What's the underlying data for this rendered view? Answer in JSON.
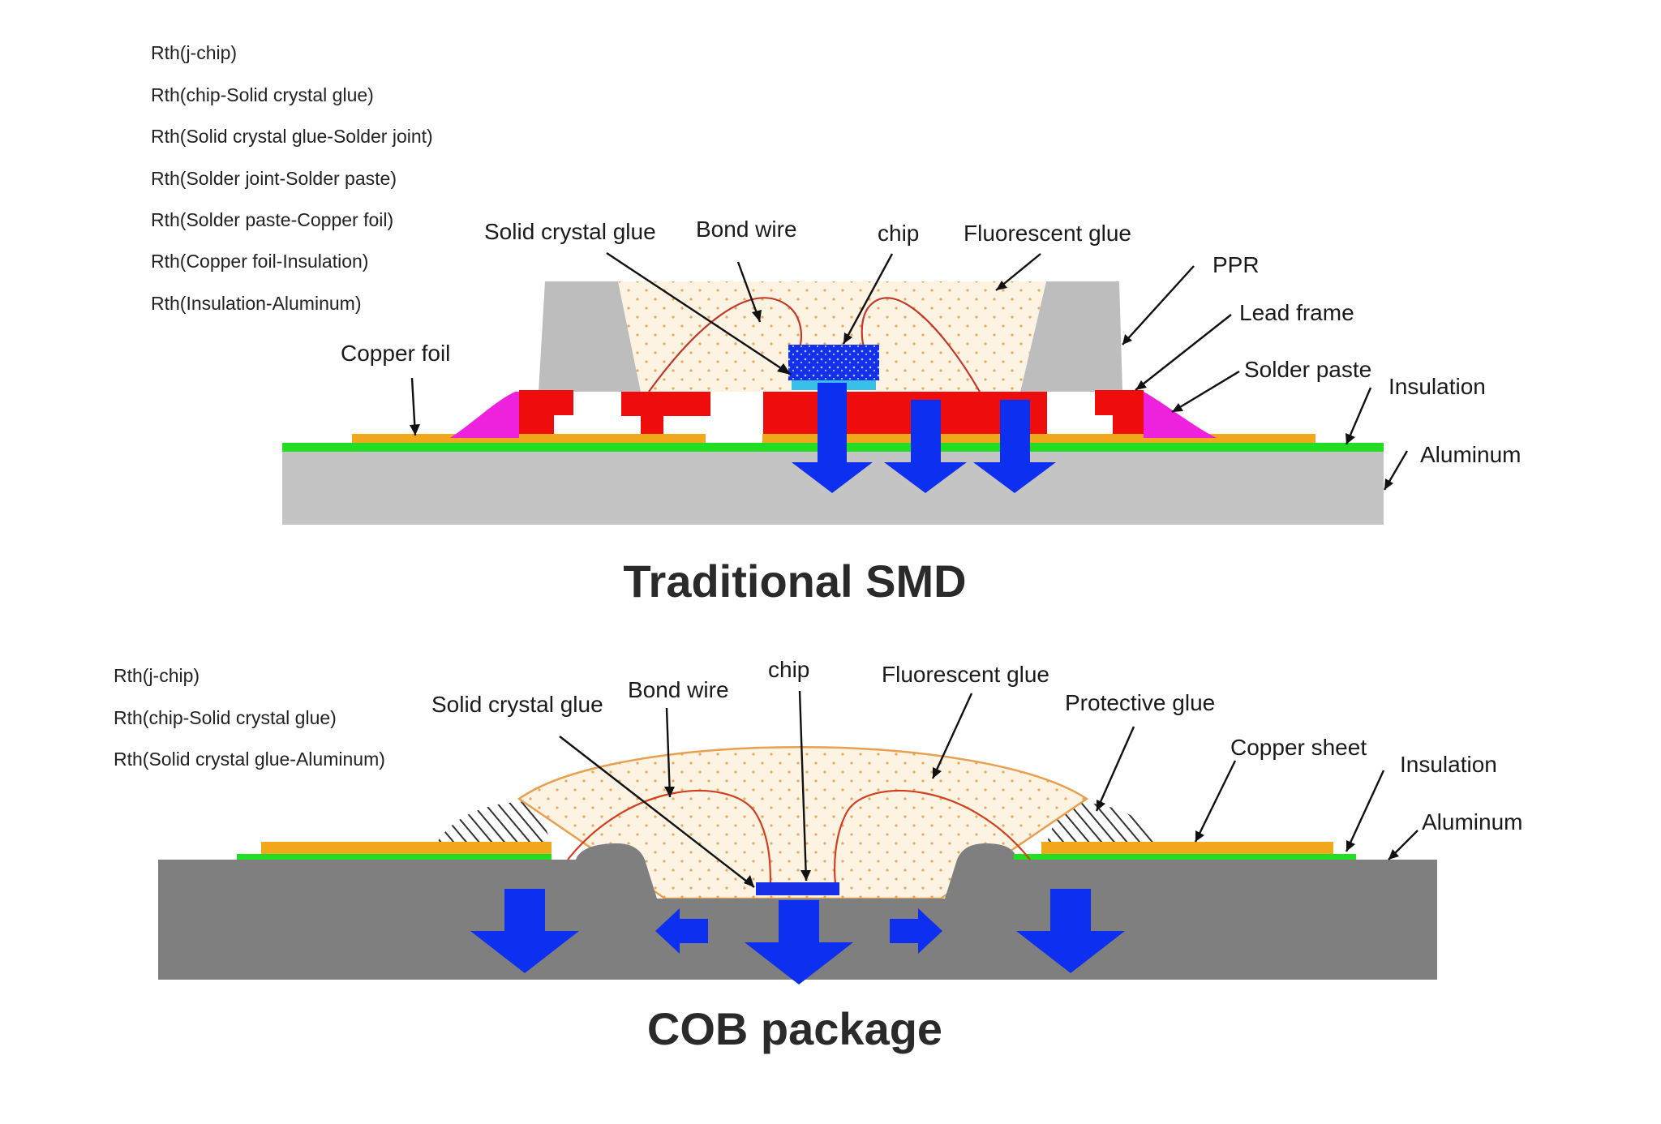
{
  "smd": {
    "rth_items": [
      "Rth(j-chip)",
      "Rth(chip-Solid crystal glue)",
      "Rth(Solid crystal glue-Solder joint)",
      "Rth(Solder joint-Solder paste)",
      "Rth(Solder paste-Copper foil)",
      "Rth(Copper foil-Insulation)",
      "Rth(Insulation-Aluminum)"
    ],
    "labels": {
      "solid_crystal_glue": "Solid crystal glue",
      "bond_wire": "Bond wire",
      "chip": "chip",
      "fluorescent_glue": "Fluorescent glue",
      "ppr": "PPR",
      "lead_frame": "Lead frame",
      "solder_paste": "Solder paste",
      "insulation": "Insulation",
      "aluminum": "Aluminum",
      "copper_foil": "Copper foil"
    },
    "title": "Traditional SMD"
  },
  "cob": {
    "rth_items": [
      "Rth(j-chip)",
      "Rth(chip-Solid crystal glue)",
      "Rth(Solid crystal glue-Aluminum)"
    ],
    "labels": {
      "solid_crystal_glue": "Solid crystal glue",
      "bond_wire": "Bond wire",
      "chip": "chip",
      "fluorescent_glue": "Fluorescent glue",
      "protective_glue": "Protective glue",
      "copper_sheet": "Copper sheet",
      "insulation": "Insulation",
      "aluminum": "Aluminum"
    },
    "title": "COB package"
  },
  "colors": {
    "aluminum_smd": "#c4c4c4",
    "aluminum_cob": "#7f7f7f",
    "insulation": "#22dd22",
    "copper": "#f2a81c",
    "lead_frame": "#ee0c0c",
    "solder_paste": "#ee22dd",
    "ppr": "#bdbdbd",
    "chip": "#1530e8",
    "heat_arrow": "#0d2ff0",
    "fluorescent_fill": "#fdf3e2"
  }
}
